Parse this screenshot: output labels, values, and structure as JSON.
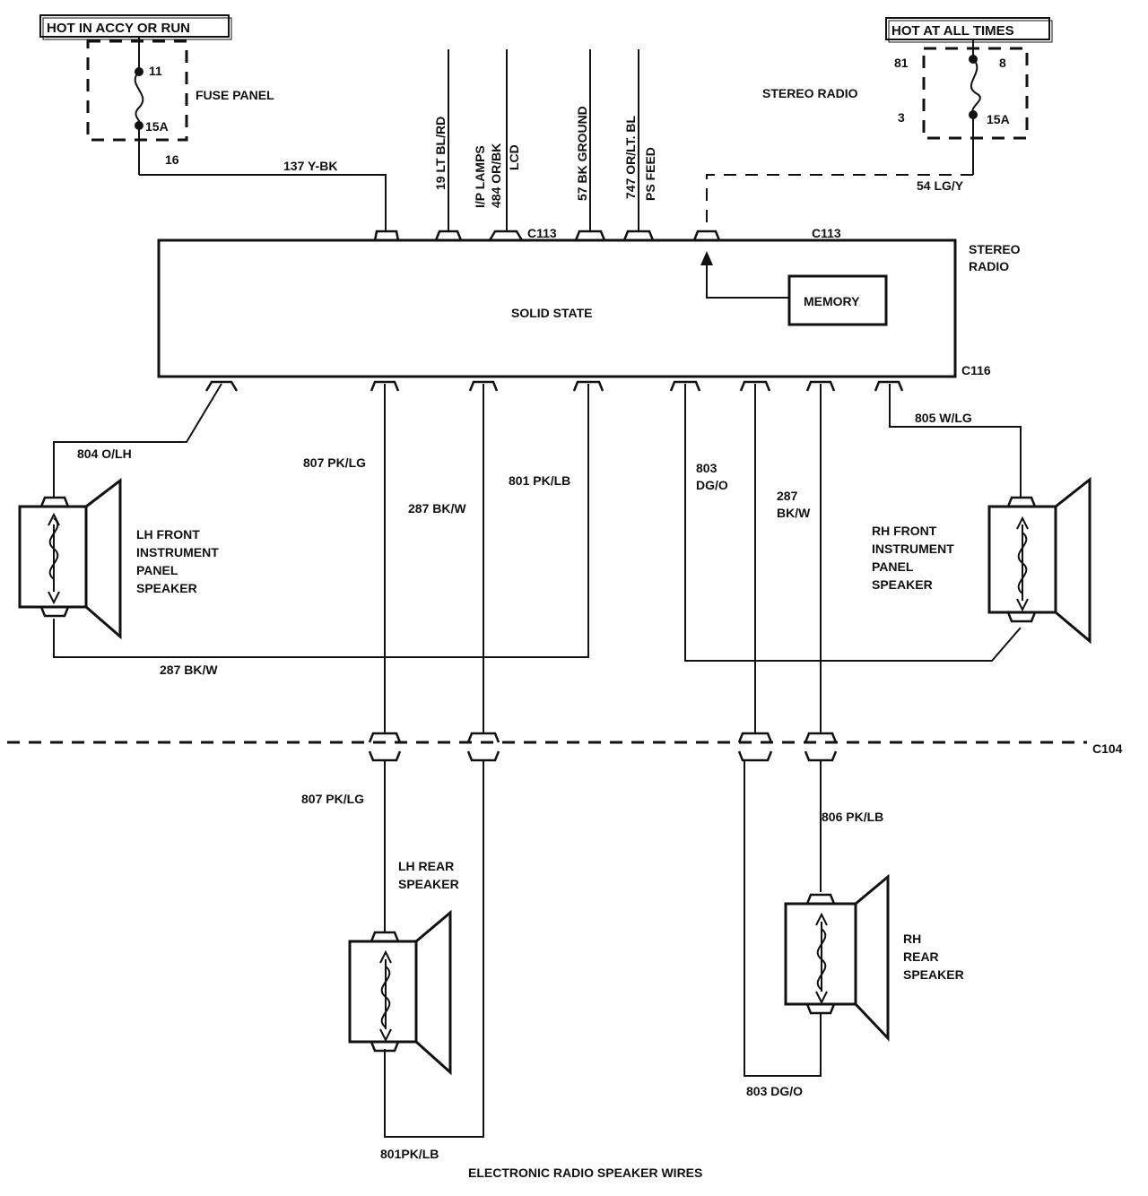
{
  "power": {
    "accy_run_label": "HOT IN ACCY OR RUN",
    "all_times_label": "HOT AT ALL TIMES"
  },
  "fuse_left": {
    "title": "FUSE PANEL",
    "pin_top": "11",
    "pin_bottom": "15A"
  },
  "fuse_right": {
    "title": "STEREO RADIO",
    "pin_top_left": "81",
    "pin_top_right": "8",
    "pin_bottom_left": "3",
    "pin_bottom_right": "15A"
  },
  "top_wires": {
    "w16": "16",
    "w137": "137 Y-BK",
    "w19": "19 LT BL/RD",
    "w_ip": "I/P LAMPS",
    "w484": "484 OR/BK",
    "w_lcd": "LCD",
    "w57": "57 BK GROUND",
    "w747": "747 OR/LT. BL",
    "w_ps": "PS FEED",
    "w54": "54 LG/Y"
  },
  "radio": {
    "title_line1": "STEREO",
    "title_line2": "RADIO",
    "body": "SOLID STATE",
    "memory": "MEMORY",
    "conn_c113_left": "C113",
    "conn_c113_right": "C113",
    "conn_c116": "C116"
  },
  "mid_wires": {
    "w804": "804 O/LH",
    "w807a": "807 PK/LG",
    "w287a": "287 BK/W",
    "w801a": "801 PK/LB",
    "w803a_1": "803",
    "w803a_2": "DG/O",
    "w287b_1": "287",
    "w287b_2": "BK/W",
    "w805": "805 W/LG",
    "w287c": "287 BK/W"
  },
  "speakers": {
    "lh_front": [
      "LH FRONT",
      "INSTRUMENT",
      "PANEL",
      "SPEAKER"
    ],
    "rh_front": [
      "RH FRONT",
      "INSTRUMENT",
      "PANEL",
      "SPEAKER"
    ],
    "lh_rear": [
      "LH REAR",
      "SPEAKER"
    ],
    "rh_rear": [
      "RH",
      "REAR",
      "SPEAKER"
    ]
  },
  "lower_wires": {
    "c104": "C104",
    "w807b": "807 PK/LG",
    "w806": "806 PK/LB",
    "w803b": "803 DG/O",
    "w801b": "801PK/LB"
  },
  "caption": "ELECTRONIC RADIO SPEAKER WIRES"
}
